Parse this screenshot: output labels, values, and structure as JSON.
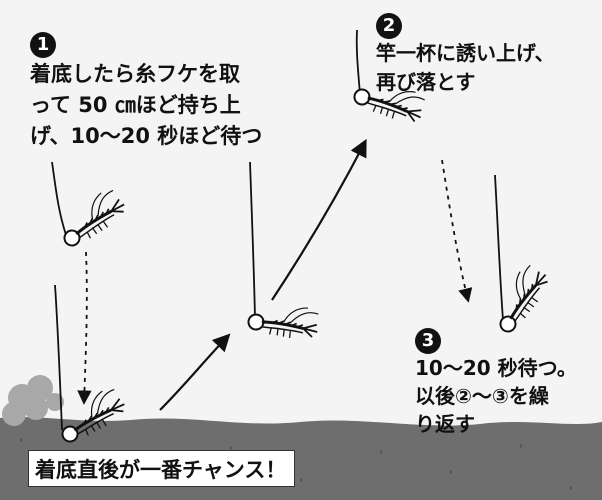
{
  "steps": [
    {
      "num": "1",
      "lines": [
        "着底したら糸フケを取",
        "って 50 ㎝ほど持ち上",
        "げ、10～20 秒ほど待つ"
      ]
    },
    {
      "num": "2",
      "lines": [
        "竿一杯に誘い上げ、",
        "再び落とす"
      ]
    },
    {
      "num": "3",
      "lines": [
        "10～20 秒待つ。",
        "以後②～③を繰",
        "り返す"
      ]
    }
  ],
  "bottom_label": "着底直後が一番チャンス！",
  "colors": {
    "seabed": "#6e6e6e",
    "background": "#f4f4f4",
    "text": "#111111",
    "arrow": "#111111",
    "silt": "#a8a8a8"
  },
  "icons": [
    "shrimp-bait-icon",
    "sinker-icon",
    "silt-cloud-icon",
    "arrow-icon"
  ]
}
